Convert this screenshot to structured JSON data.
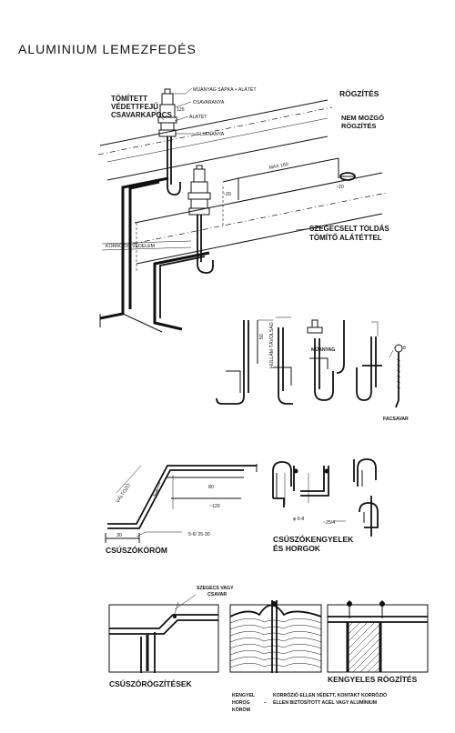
{
  "title": "ALUMINIUM LEMEZFEDÉS",
  "top_section": {
    "rogzites": "RÖGZÍTÉS",
    "nem_mozgo_1": "NEM MOZGÓ",
    "nem_mozgo_2": "RÖGZÍTÉS",
    "tomitett_1": "TÖMÍTETT",
    "tomitett_2": "VÉDETTFEJŰ",
    "tomitett_3": "CSAVARKAPOCS",
    "muanyag_sapka": "MŰANYAG SAPKA + ALÁTÉT",
    "csavaranya": "CSAVARANYA",
    "alatet": "ALÁTÉT",
    "ellenanya": "ELLENANYA",
    "dim_125": "125",
    "dim_20a": "~20",
    "dim_20b": "~20",
    "max160": "MAX 160",
    "szegecselt_1": "SZEGECSELT TOLDÁS",
    "szegecselt_2": "TÖMÍTŐ ALÁTÉTTEL",
    "korrozio": "KORRÓZIÓ VÉDELEM"
  },
  "hook_section": {
    "dim_50": "50",
    "dim_var": "HULLÁM-TÁVOLSÁG",
    "muanyag": "MŰANYAG",
    "facsavar": "FACSAVAR",
    "dim_8": "8"
  },
  "claw_section": {
    "valtozo": "VÁLTOZÓ",
    "dim_5_6": "5~6",
    "dim_80": "80",
    "dim_120": "~120",
    "dim_30": "30",
    "spec": "5-6/ 25-30",
    "label": "CSÚSZÓKÖRÖM"
  },
  "bracket_section": {
    "dim_phi": "φ 6-8",
    "dim_25": "~25/4",
    "label_1": "CSÚSZÓKENGYELEK",
    "label_2": "ÉS HORGOK"
  },
  "bottom_section": {
    "szegecs_1": "SZEGECS VAGY",
    "szegecs_2": "CSAVAR",
    "left_label": "CSÚSZÓRÖGZÍTÉSEK",
    "right_label": "KENGYELES RÖGZÍTÉS"
  },
  "legend": {
    "row1_key": "KENGYEL",
    "row1_text": "KORRÓZIÓ ELLEN VÉDETT, KONTAKT KORRÓZIÓ",
    "row2_key": "HOROG",
    "row2_dash": "–",
    "row2_text": "ELLEN BIZTOSÍTOTT ACÉL VAGY ALUMÍNIUM",
    "row3_key": "KÖRÖM"
  }
}
